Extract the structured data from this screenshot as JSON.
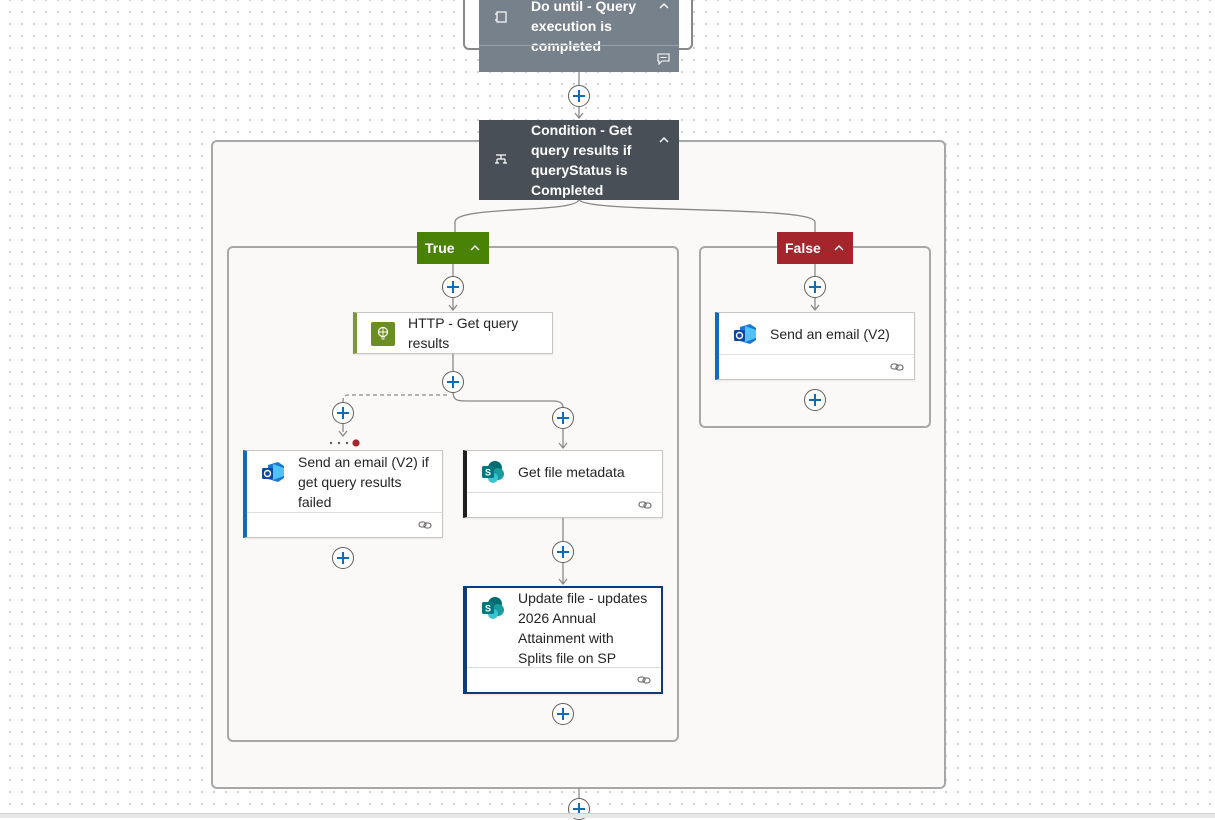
{
  "top_card": {
    "title_line1": "Do until - Query",
    "title_line2": "execution is",
    "title_line3": "completed",
    "color": "#77818c"
  },
  "condition": {
    "title_line1": "Condition - Get",
    "title_line2": "query results if",
    "title_line3": "queryStatus is",
    "title_line4": "Completed",
    "color": "#494f57"
  },
  "true_branch": {
    "label": "True",
    "color": "#498205"
  },
  "false_branch": {
    "label": "False",
    "color": "#a4262c"
  },
  "http_action": {
    "title_line1": "HTTP - Get query",
    "title_line2": "results",
    "accent": "#7a9a3a"
  },
  "send_email_failed": {
    "title_line1": "Send an email (V2) if",
    "title_line2": "get query results",
    "title_line3": "failed",
    "accent": "#0f6cbd"
  },
  "get_file_metadata": {
    "title": "Get file metadata",
    "accent": "#201f1e"
  },
  "update_file": {
    "title_line1": "Update file - updates",
    "title_line2": "2026 Annual",
    "title_line3": "Attainment with",
    "title_line4": "Splits file on SP",
    "accent": "#0f3b7a"
  },
  "send_email_false": {
    "title": "Send an email (V2)",
    "accent": "#0f6cbd"
  },
  "icons": {
    "loop": "loop-icon",
    "condition": "condition-icon",
    "http": "globe-icon",
    "outlook": "outlook-icon",
    "sharepoint": "sharepoint-icon",
    "link": "link-icon",
    "comment": "comment-icon",
    "chevron": "chevron-up-icon",
    "add": "plus-icon"
  }
}
